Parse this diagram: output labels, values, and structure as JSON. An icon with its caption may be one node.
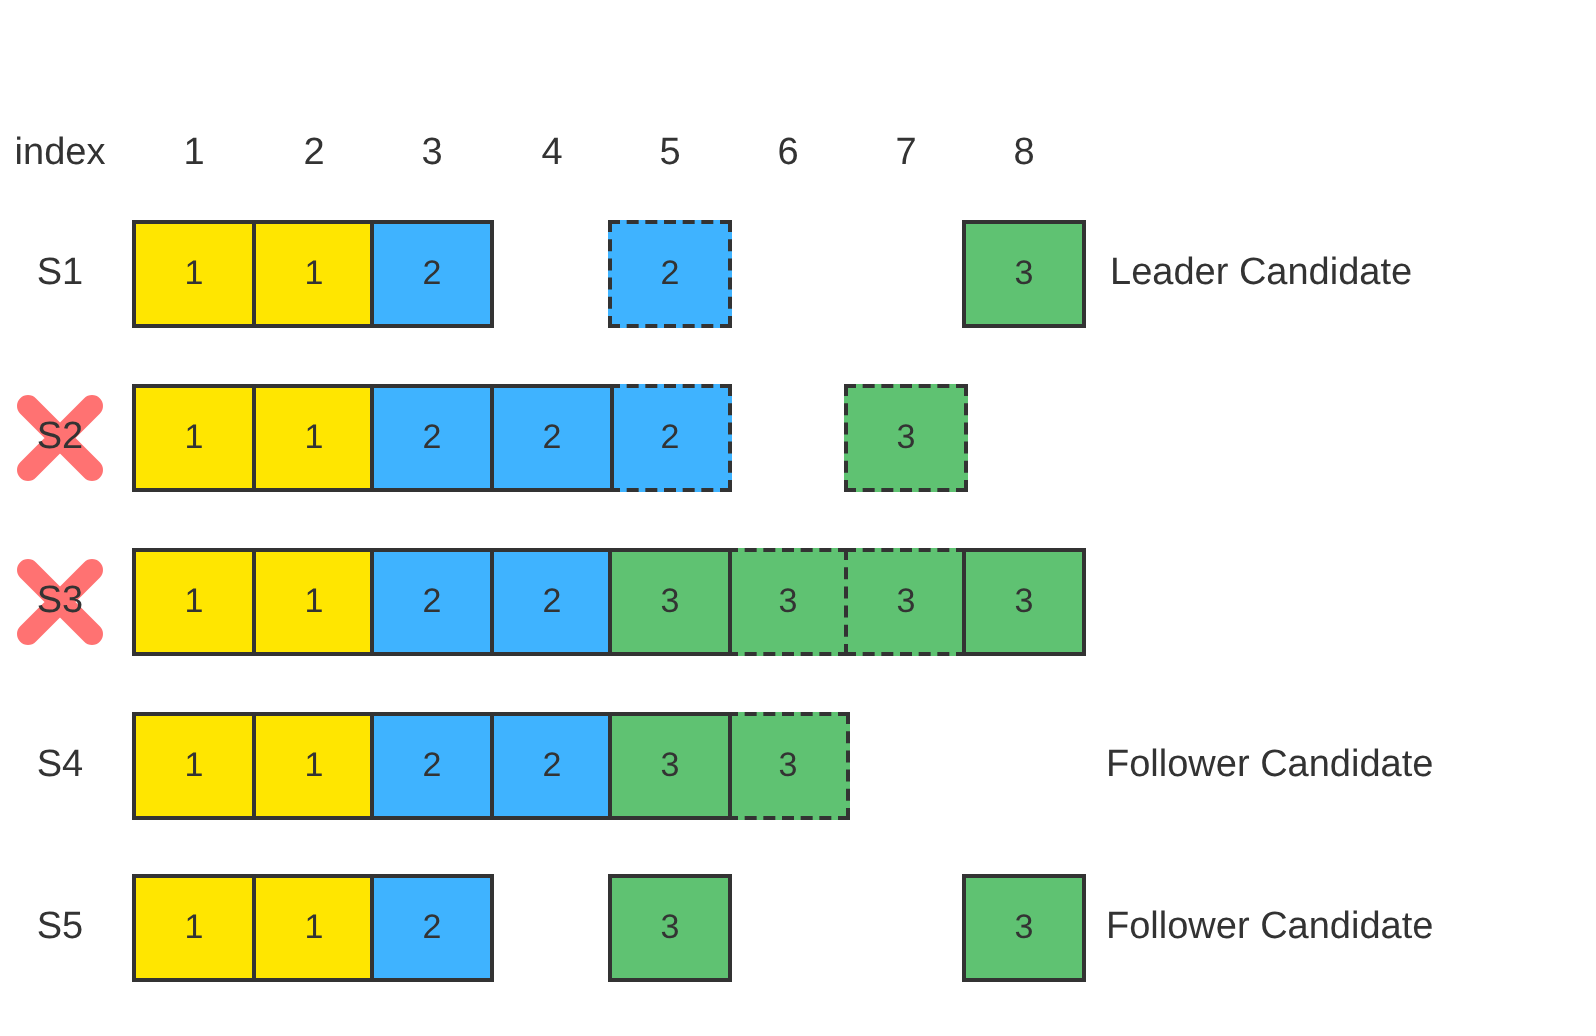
{
  "diagram": {
    "nodes": [
      {
        "text": [
          "1"
        ]
      },
      {
        "text": [
          "1"
        ]
      },
      {
        "text": [
          "2"
        ]
      },
      {
        "text": [
          "2"
        ]
      },
      {
        "text": [
          "3"
        ]
      },
      {
        "text": [
          "1"
        ]
      },
      {
        "text": [
          "1"
        ]
      },
      {
        "text": [
          "2"
        ]
      },
      {
        "text": [
          "2"
        ]
      },
      {
        "text": [
          "2"
        ]
      },
      {
        "text": [
          "3"
        ]
      },
      {
        "text": [
          "1"
        ]
      },
      {
        "text": [
          "1"
        ]
      },
      {
        "text": [
          "2"
        ]
      },
      {
        "text": [
          "2"
        ]
      },
      {
        "text": [
          "3"
        ]
      },
      {
        "text": [
          "3"
        ]
      },
      {
        "text": [
          "3"
        ]
      },
      {
        "text": [
          "3"
        ]
      },
      {
        "text": [
          "1"
        ]
      },
      {
        "text": [
          "1"
        ]
      },
      {
        "text": [
          "2"
        ]
      },
      {
        "text": [
          "2"
        ]
      },
      {
        "text": [
          "3"
        ]
      },
      {
        "text": [
          "3"
        ]
      },
      {
        "text": [
          "1"
        ]
      },
      {
        "text": [
          "1"
        ]
      },
      {
        "text": [
          "2"
        ]
      },
      {
        "text": [
          "3"
        ]
      },
      {
        "text": [
          "3"
        ]
      }
    ],
    "edges": [],
    "labels": [
      "index",
      "1",
      "2",
      "3",
      "4",
      "5",
      "6",
      "7",
      "8",
      "S1",
      "Leader Candidate",
      "S2",
      "S3",
      "S4",
      "Follower Candidate",
      "S5",
      "Follower Candidate"
    ]
  }
}
